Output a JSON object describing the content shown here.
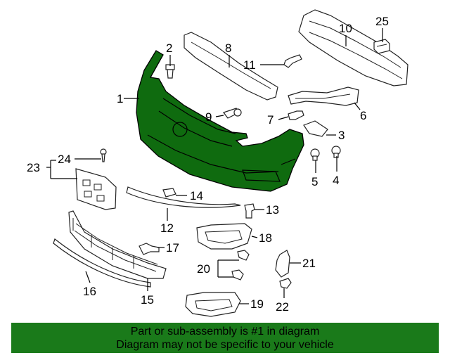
{
  "diagram": {
    "part_color": "#0f6b0f",
    "banner_color": "#1a7a1a",
    "callouts": {
      "c1": "1",
      "c2": "2",
      "c3": "3",
      "c4": "4",
      "c5": "5",
      "c6": "6",
      "c7": "7",
      "c8": "8",
      "c9": "9",
      "c10": "10",
      "c11": "11",
      "c12": "12",
      "c13": "13",
      "c14": "14",
      "c15": "15",
      "c16": "16",
      "c17": "17",
      "c18": "18",
      "c19": "19",
      "c20": "20",
      "c21": "21",
      "c22": "22",
      "c23": "23",
      "c24": "24",
      "c25": "25"
    }
  },
  "banner": {
    "line1": "Part or sub-assembly is #1 in diagram",
    "line2": "Diagram may not be specific to your vehicle"
  }
}
